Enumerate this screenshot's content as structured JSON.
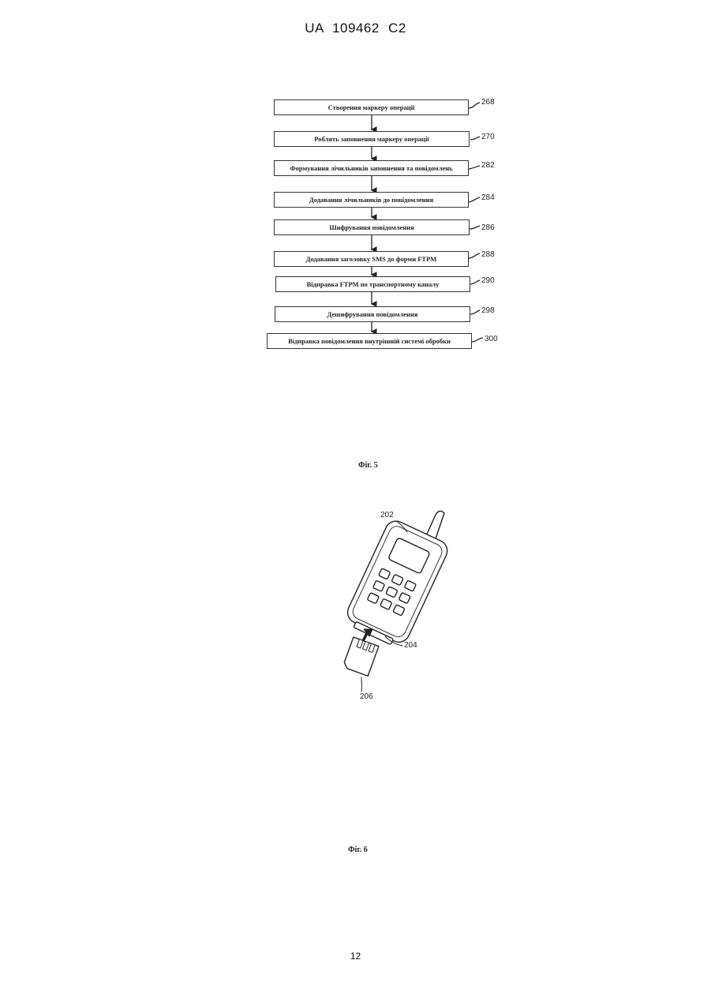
{
  "header": {
    "text": "UA   109462   C2"
  },
  "figure5": {
    "caption": "Фіг. 5",
    "steps": [
      {
        "label": "Створення маркеру операції",
        "ref": "268"
      },
      {
        "label": "Роблять заповнення маркеру операції",
        "ref": "270"
      },
      {
        "label": "Формування лічильників заповнення та повідомлень",
        "ref": "282"
      },
      {
        "label": "Додавання лічильників до повідомлення",
        "ref": "284"
      },
      {
        "label": "Шифрування повідомлення",
        "ref": "286"
      },
      {
        "label": "Додавання заголовку SMS до форми FTPM",
        "ref": "288"
      },
      {
        "label": "Відправка FTPM по транспортному каналу",
        "ref": "290"
      },
      {
        "label": "Дешифрування повідомлення",
        "ref": "298"
      },
      {
        "label": "Відправка повідомлення внутрішній системі обробки",
        "ref": "300"
      }
    ]
  },
  "figure6": {
    "caption": "Фіг. 6",
    "refs": {
      "phone": "202",
      "connector": "204",
      "card": "206"
    }
  },
  "page_number": "12"
}
